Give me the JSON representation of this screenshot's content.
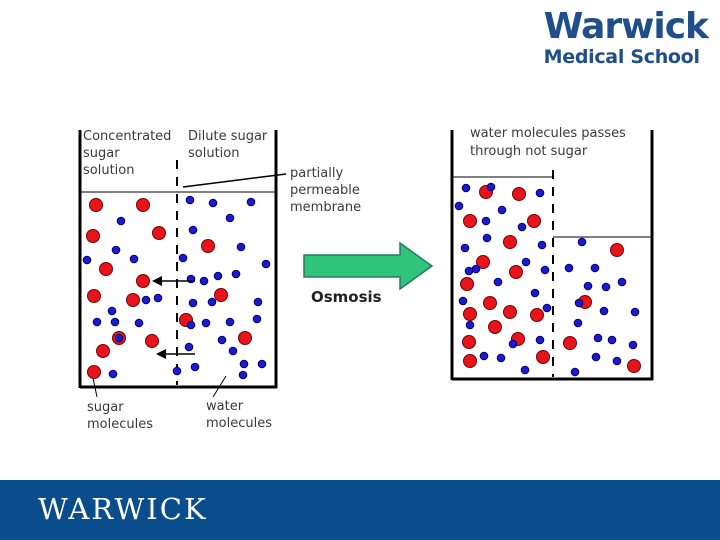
{
  "header": {
    "logo_line1": "Warwick",
    "logo_line2": "Medical School"
  },
  "labels": {
    "concentrated": [
      "Concentrated",
      "sugar",
      "solution"
    ],
    "dilute": [
      "Dilute sugar",
      "solution"
    ],
    "membrane": [
      "partially",
      "permeable",
      "membrane"
    ],
    "passes": [
      "water molecules passes",
      "through not sugar"
    ],
    "osmosis": "Osmosis",
    "sugar": [
      "sugar",
      "molecules"
    ],
    "water": [
      "water",
      "molecules"
    ]
  },
  "footer": {
    "logo": "WARWICK"
  },
  "colors": {
    "sugar": "#e8141c",
    "water": "#1a1ad0",
    "arrow_fill": "#2ec47a",
    "footer_bg": "#0a4d8c",
    "logo": "#1f4e8c"
  }
}
